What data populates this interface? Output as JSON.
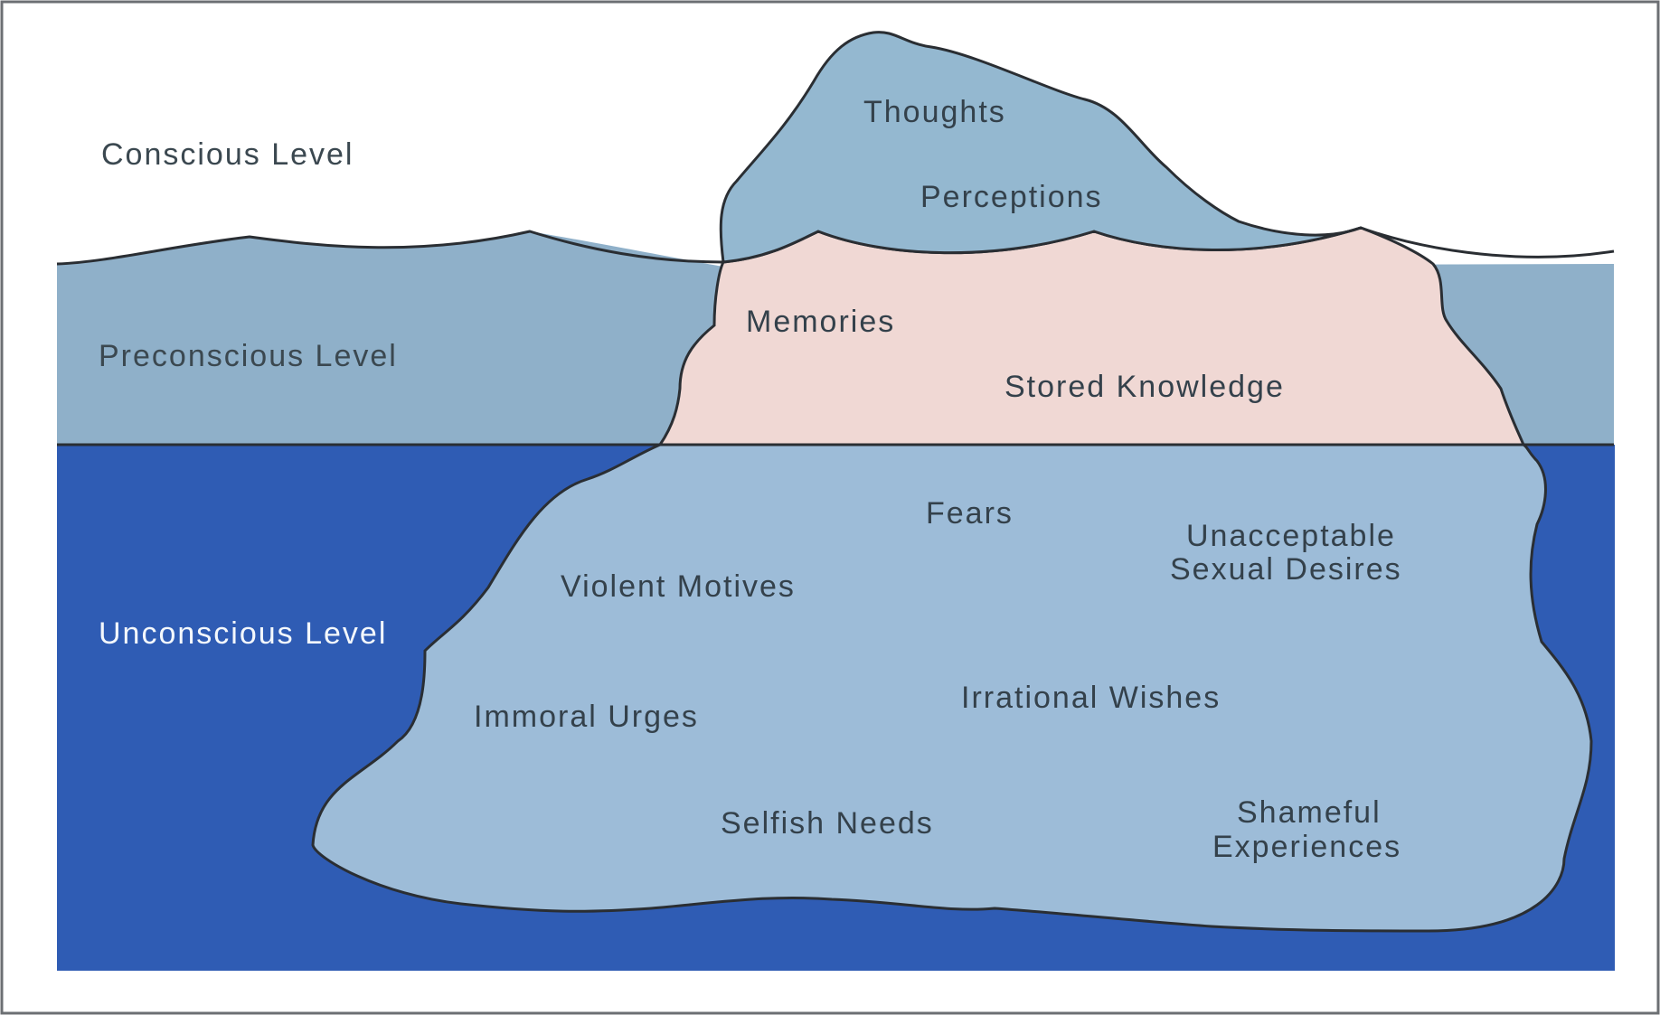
{
  "levels": {
    "conscious": "Conscious Level",
    "preconscious": "Preconscious Level",
    "unconscious": "Unconscious Level"
  },
  "conscious_items": {
    "thoughts": "Thoughts",
    "perceptions": "Perceptions"
  },
  "preconscious_items": {
    "memories": "Memories",
    "stored_knowledge": "Stored Knowledge"
  },
  "unconscious_items": {
    "fears": "Fears",
    "unacceptable_line1": "Unacceptable",
    "unacceptable_line2": "Sexual Desires",
    "violent_motives": "Violent Motives",
    "immoral_urges": "Immoral Urges",
    "irrational_wishes": "Irrational Wishes",
    "selfish_needs": "Selfish Needs",
    "shameful_line1": "Shameful",
    "shameful_line2": "Experiences"
  },
  "colors": {
    "deep_water": "#2f5cb4",
    "shallow_water": "#8fb0c9",
    "iceberg_tip": "#94b8d0",
    "iceberg_middle": "#f0d8d4",
    "iceberg_base": "#9dbcd8",
    "outline": "#2a2e33"
  }
}
